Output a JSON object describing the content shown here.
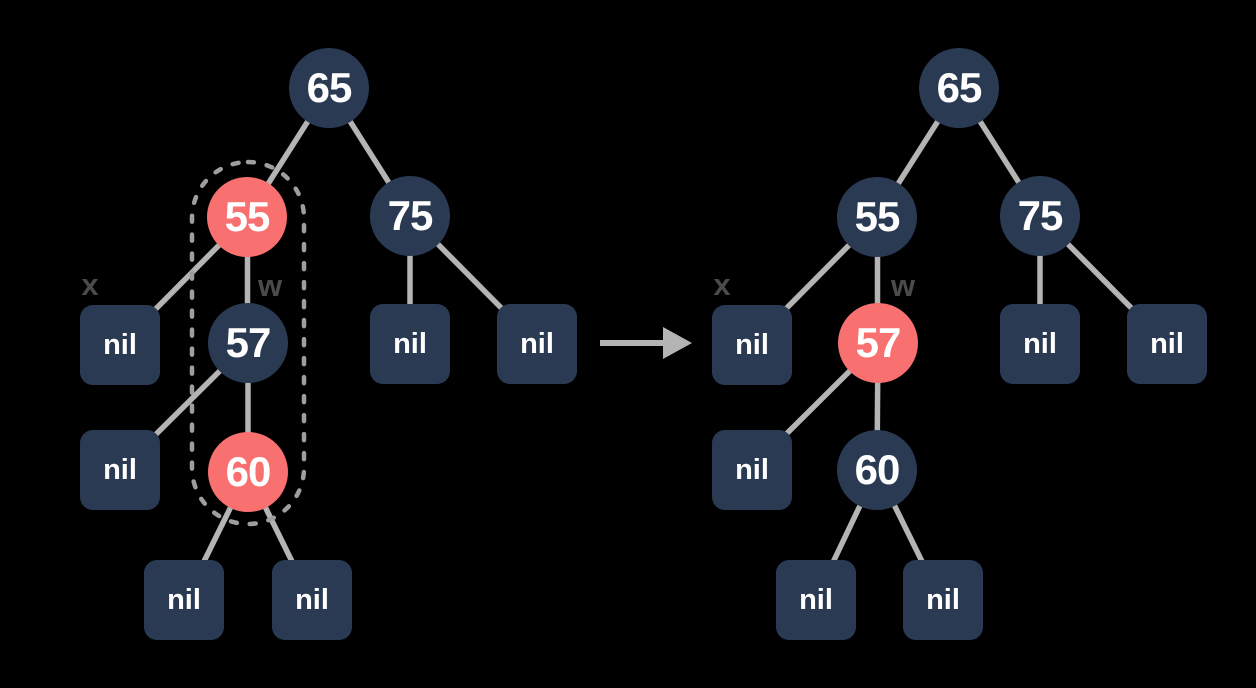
{
  "scene": {
    "background": "#000000",
    "colors": {
      "node": "#2b3a53",
      "highlight": "#f87070",
      "edge": "#b4b4b4",
      "dash": "#9e9e9e",
      "label": "#4b4b4b",
      "text": "#ffffff"
    }
  },
  "left_tree": {
    "label_x": "x",
    "label_w": "w",
    "n65": {
      "value": "65",
      "state": "normal"
    },
    "n55": {
      "value": "55",
      "state": "red"
    },
    "n75": {
      "value": "75",
      "state": "normal"
    },
    "n57": {
      "value": "57",
      "state": "normal"
    },
    "n60": {
      "value": "60",
      "state": "red"
    },
    "highlight_group": [
      "55",
      "57",
      "60"
    ],
    "nils": [
      "nil",
      "nil",
      "nil",
      "nil",
      "nil",
      "nil"
    ]
  },
  "right_tree": {
    "label_x": "x",
    "label_w": "w",
    "n65": {
      "value": "65",
      "state": "normal"
    },
    "n55": {
      "value": "55",
      "state": "normal"
    },
    "n75": {
      "value": "75",
      "state": "normal"
    },
    "n57": {
      "value": "57",
      "state": "red"
    },
    "n60": {
      "value": "60",
      "state": "normal"
    },
    "nils": [
      "nil",
      "nil",
      "nil",
      "nil",
      "nil",
      "nil"
    ]
  }
}
